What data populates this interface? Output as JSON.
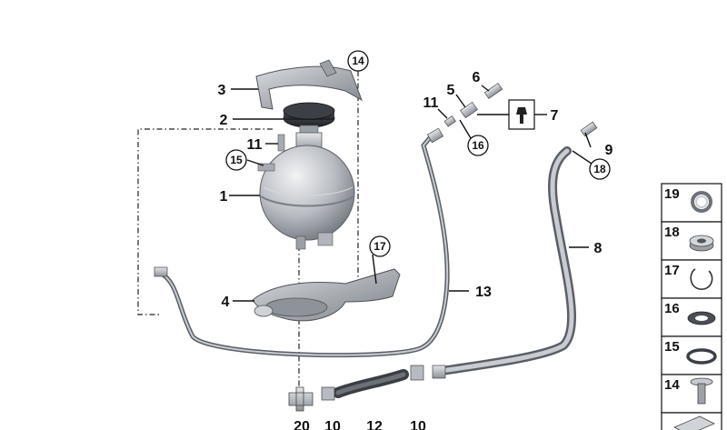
{
  "diagram": {
    "part_labels": [
      {
        "id": "p1",
        "text": "1"
      },
      {
        "id": "p2",
        "text": "2"
      },
      {
        "id": "p3",
        "text": "3"
      },
      {
        "id": "p4",
        "text": "4"
      },
      {
        "id": "p5",
        "text": "5"
      },
      {
        "id": "p6",
        "text": "6"
      },
      {
        "id": "p7",
        "text": "7"
      },
      {
        "id": "p8",
        "text": "8"
      },
      {
        "id": "p9",
        "text": "9"
      },
      {
        "id": "p11a",
        "text": "11"
      },
      {
        "id": "p11b",
        "text": "11"
      },
      {
        "id": "p13",
        "text": "13"
      },
      {
        "id": "pb1",
        "text": "20"
      },
      {
        "id": "pb2",
        "text": "10"
      },
      {
        "id": "pb3",
        "text": "12"
      },
      {
        "id": "pb4",
        "text": "10"
      }
    ],
    "circled_labels": [
      {
        "id": "c14",
        "text": "14"
      },
      {
        "id": "c15",
        "text": "15"
      },
      {
        "id": "c16",
        "text": "16"
      },
      {
        "id": "c17",
        "text": "17"
      },
      {
        "id": "c18",
        "text": "18"
      }
    ],
    "side_panel": [
      {
        "num": "19",
        "icon": "clamp-ring-icon"
      },
      {
        "num": "18",
        "icon": "hex-nut-icon"
      },
      {
        "num": "17",
        "icon": "open-clip-ring-icon"
      },
      {
        "num": "16",
        "icon": "flat-washer-icon"
      },
      {
        "num": "15",
        "icon": "o-ring-icon"
      },
      {
        "num": "14",
        "icon": "push-rivet-icon"
      },
      {
        "num": "",
        "icon": "parts-kit-icon"
      }
    ]
  }
}
